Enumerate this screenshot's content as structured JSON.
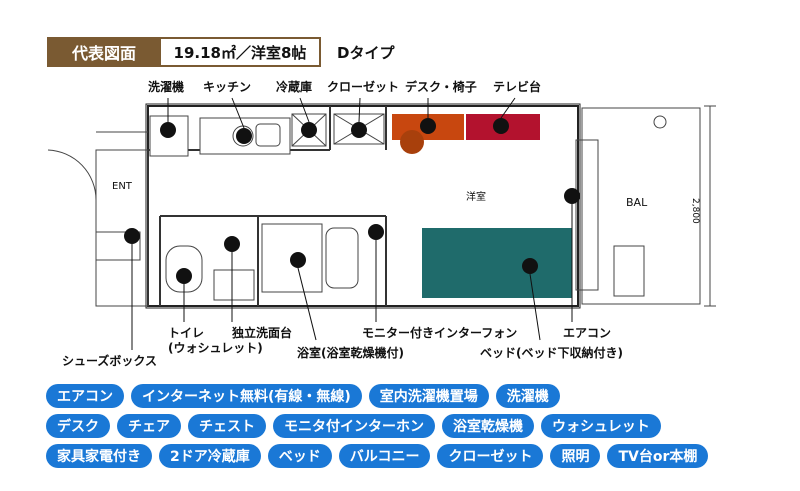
{
  "header": {
    "tag": "代表図面",
    "spec": "19.18㎡／洋室8帖",
    "type": "Dタイプ"
  },
  "plan": {
    "top_labels": [
      "洗濯機",
      "キッチン",
      "冷蔵庫",
      "クローゼット",
      "デスク・椅子",
      "テレビ台"
    ],
    "room_label": "洋室",
    "ent_label": "ENT",
    "bal_label": "BAL",
    "dimension": "2,800",
    "bottom_labels": {
      "toilet": "トイレ\n(ウォシュレット)",
      "vanity": "独立洗面台",
      "bath": "浴室(浴室乾燥機付)",
      "intercom": "モニター付きインターフォン",
      "bed": "ベッド(ベッド下収納付き)",
      "aircon": "エアコン",
      "shoebox": "シューズボックス"
    }
  },
  "amenities": [
    [
      "エアコン",
      "インターネット無料(有線・無線)",
      "室内洗濯機置場",
      "洗濯機"
    ],
    [
      "デスク",
      "チェア",
      "チェスト",
      "モニタ付インターホン",
      "浴室乾燥機",
      "ウォシュレット"
    ],
    [
      "家具家電付き",
      "2ドア冷蔵庫",
      "ベッド",
      "バルコニー",
      "クローゼット",
      "照明",
      "TV台or本棚"
    ]
  ],
  "colors": {
    "brand": "#7a5a32",
    "pill": "#1a78d6",
    "desk": "#c8470f",
    "tv": "#b3122e",
    "bed": "#1f6b6b"
  }
}
